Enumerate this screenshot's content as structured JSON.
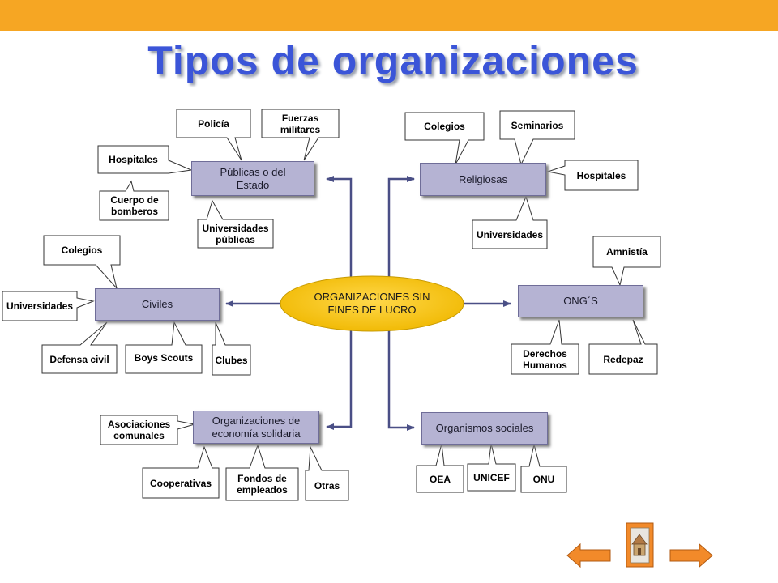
{
  "title": "Tipos de organizaciones",
  "colors": {
    "topbar": "#f6a623",
    "title": "#3b55d8",
    "category_fill": "#b5b3d3",
    "center_fill": "#f2c200",
    "connector": "#4a4f86",
    "nav_arrow": "#f28a2a"
  },
  "center": {
    "label": "ORGANIZACIONES SIN FINES DE LUCRO"
  },
  "categories": {
    "publicas": {
      "label": "Públicas o del Estado",
      "items": [
        "Policía",
        "Fuerzas militares",
        "Hospitales",
        "Cuerpo de bomberos",
        "Universidades públicas"
      ]
    },
    "religiosas": {
      "label": "Religiosas",
      "items": [
        "Colegios",
        "Seminarios",
        "Hospitales",
        "Universidades"
      ]
    },
    "civiles": {
      "label": "Civiles",
      "items": [
        "Colegios",
        "Universidades",
        "Defensa civil",
        "Boys Scouts",
        "Clubes"
      ]
    },
    "ongs": {
      "label": "ONG´S",
      "items": [
        "Amnistía",
        "Derechos Humanos",
        "Redepaz"
      ]
    },
    "economia": {
      "label": "Organizaciones de economía solidaria",
      "items": [
        "Asociaciones comunales",
        "Cooperativas",
        "Fondos de empleados",
        "Otras"
      ]
    },
    "sociales": {
      "label": "Organismos sociales",
      "items": [
        "OEA",
        "UNICEF",
        "ONU"
      ]
    }
  },
  "nav": {
    "prev_icon": "left-arrow-icon",
    "home_icon": "home-icon",
    "next_icon": "right-arrow-icon"
  }
}
